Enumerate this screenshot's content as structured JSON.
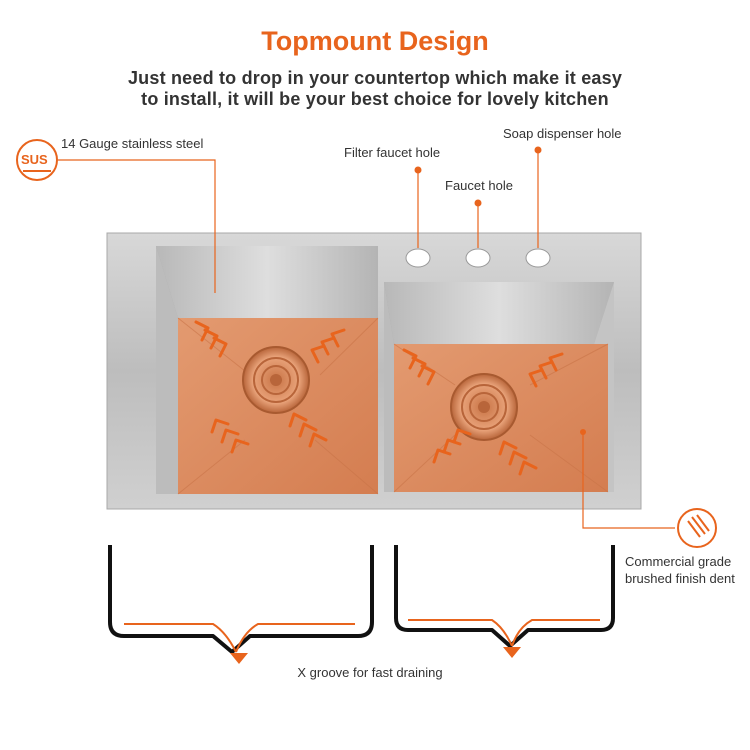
{
  "header": {
    "title": "Topmount Design",
    "subtitle_line1": "Just need to drop in your countertop which make it easy",
    "subtitle_line2": "to install, it will be your best choice for lovely kitchen"
  },
  "badge": {
    "text": "SUS"
  },
  "callouts": {
    "gauge": "14 Gauge stainless steel",
    "filter_faucet_hole": "Filter faucet hole",
    "faucet_hole": "Faucet hole",
    "soap_dispenser_hole": "Soap dispenser hole",
    "finish_line1": "Commercial grade",
    "finish_line2": "brushed finish dent",
    "groove": "X groove for fast draining"
  },
  "colors": {
    "accent": "#e8641d",
    "copper": "#d9865a",
    "steel": "#c9c9c9",
    "text": "#333333"
  },
  "icons": [
    "sus-badge-icon",
    "brushed-finish-icon",
    "drain-arrow-icon"
  ]
}
